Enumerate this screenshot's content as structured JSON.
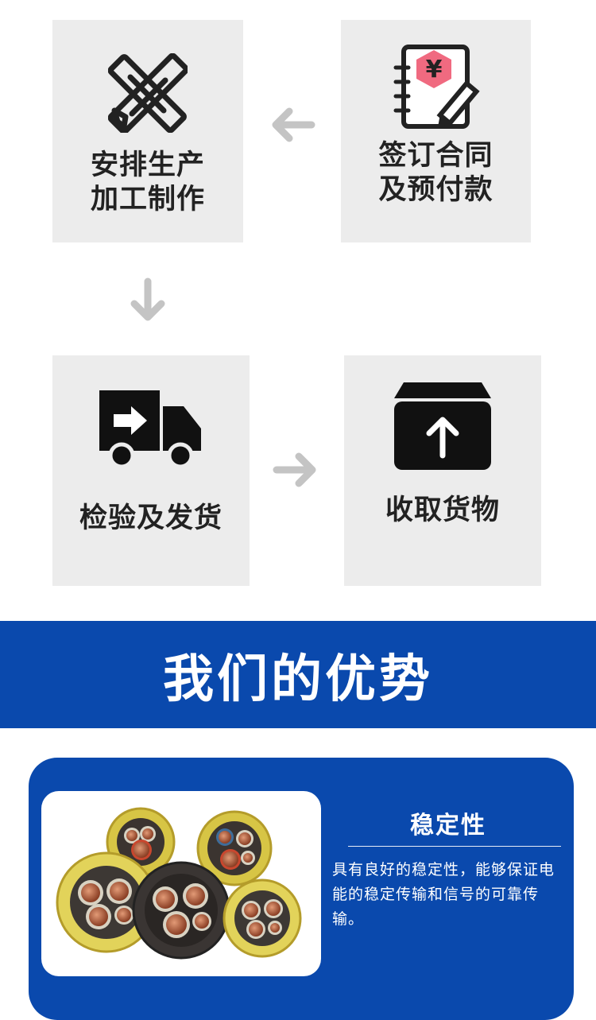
{
  "process": {
    "step_contract": {
      "line1": "签订合同",
      "line2": "及预付款"
    },
    "step_production": {
      "line1": "安排生产",
      "line2": "加工制作"
    },
    "step_inspection": {
      "label": "检验及发货"
    },
    "step_receive": {
      "label": "收取货物"
    },
    "arrow_color": "#c4c4c4",
    "tile_color": "#ececec",
    "icon_accent": "#f06a80"
  },
  "banner": {
    "title": "我们的优势",
    "color": "#0a49ad"
  },
  "advantage": {
    "title": "稳定性",
    "description": "具有良好的稳定性，能够保证电能的稳定传输和信号的可靠传输。",
    "image_icon": "cable-cross-section-photo"
  }
}
